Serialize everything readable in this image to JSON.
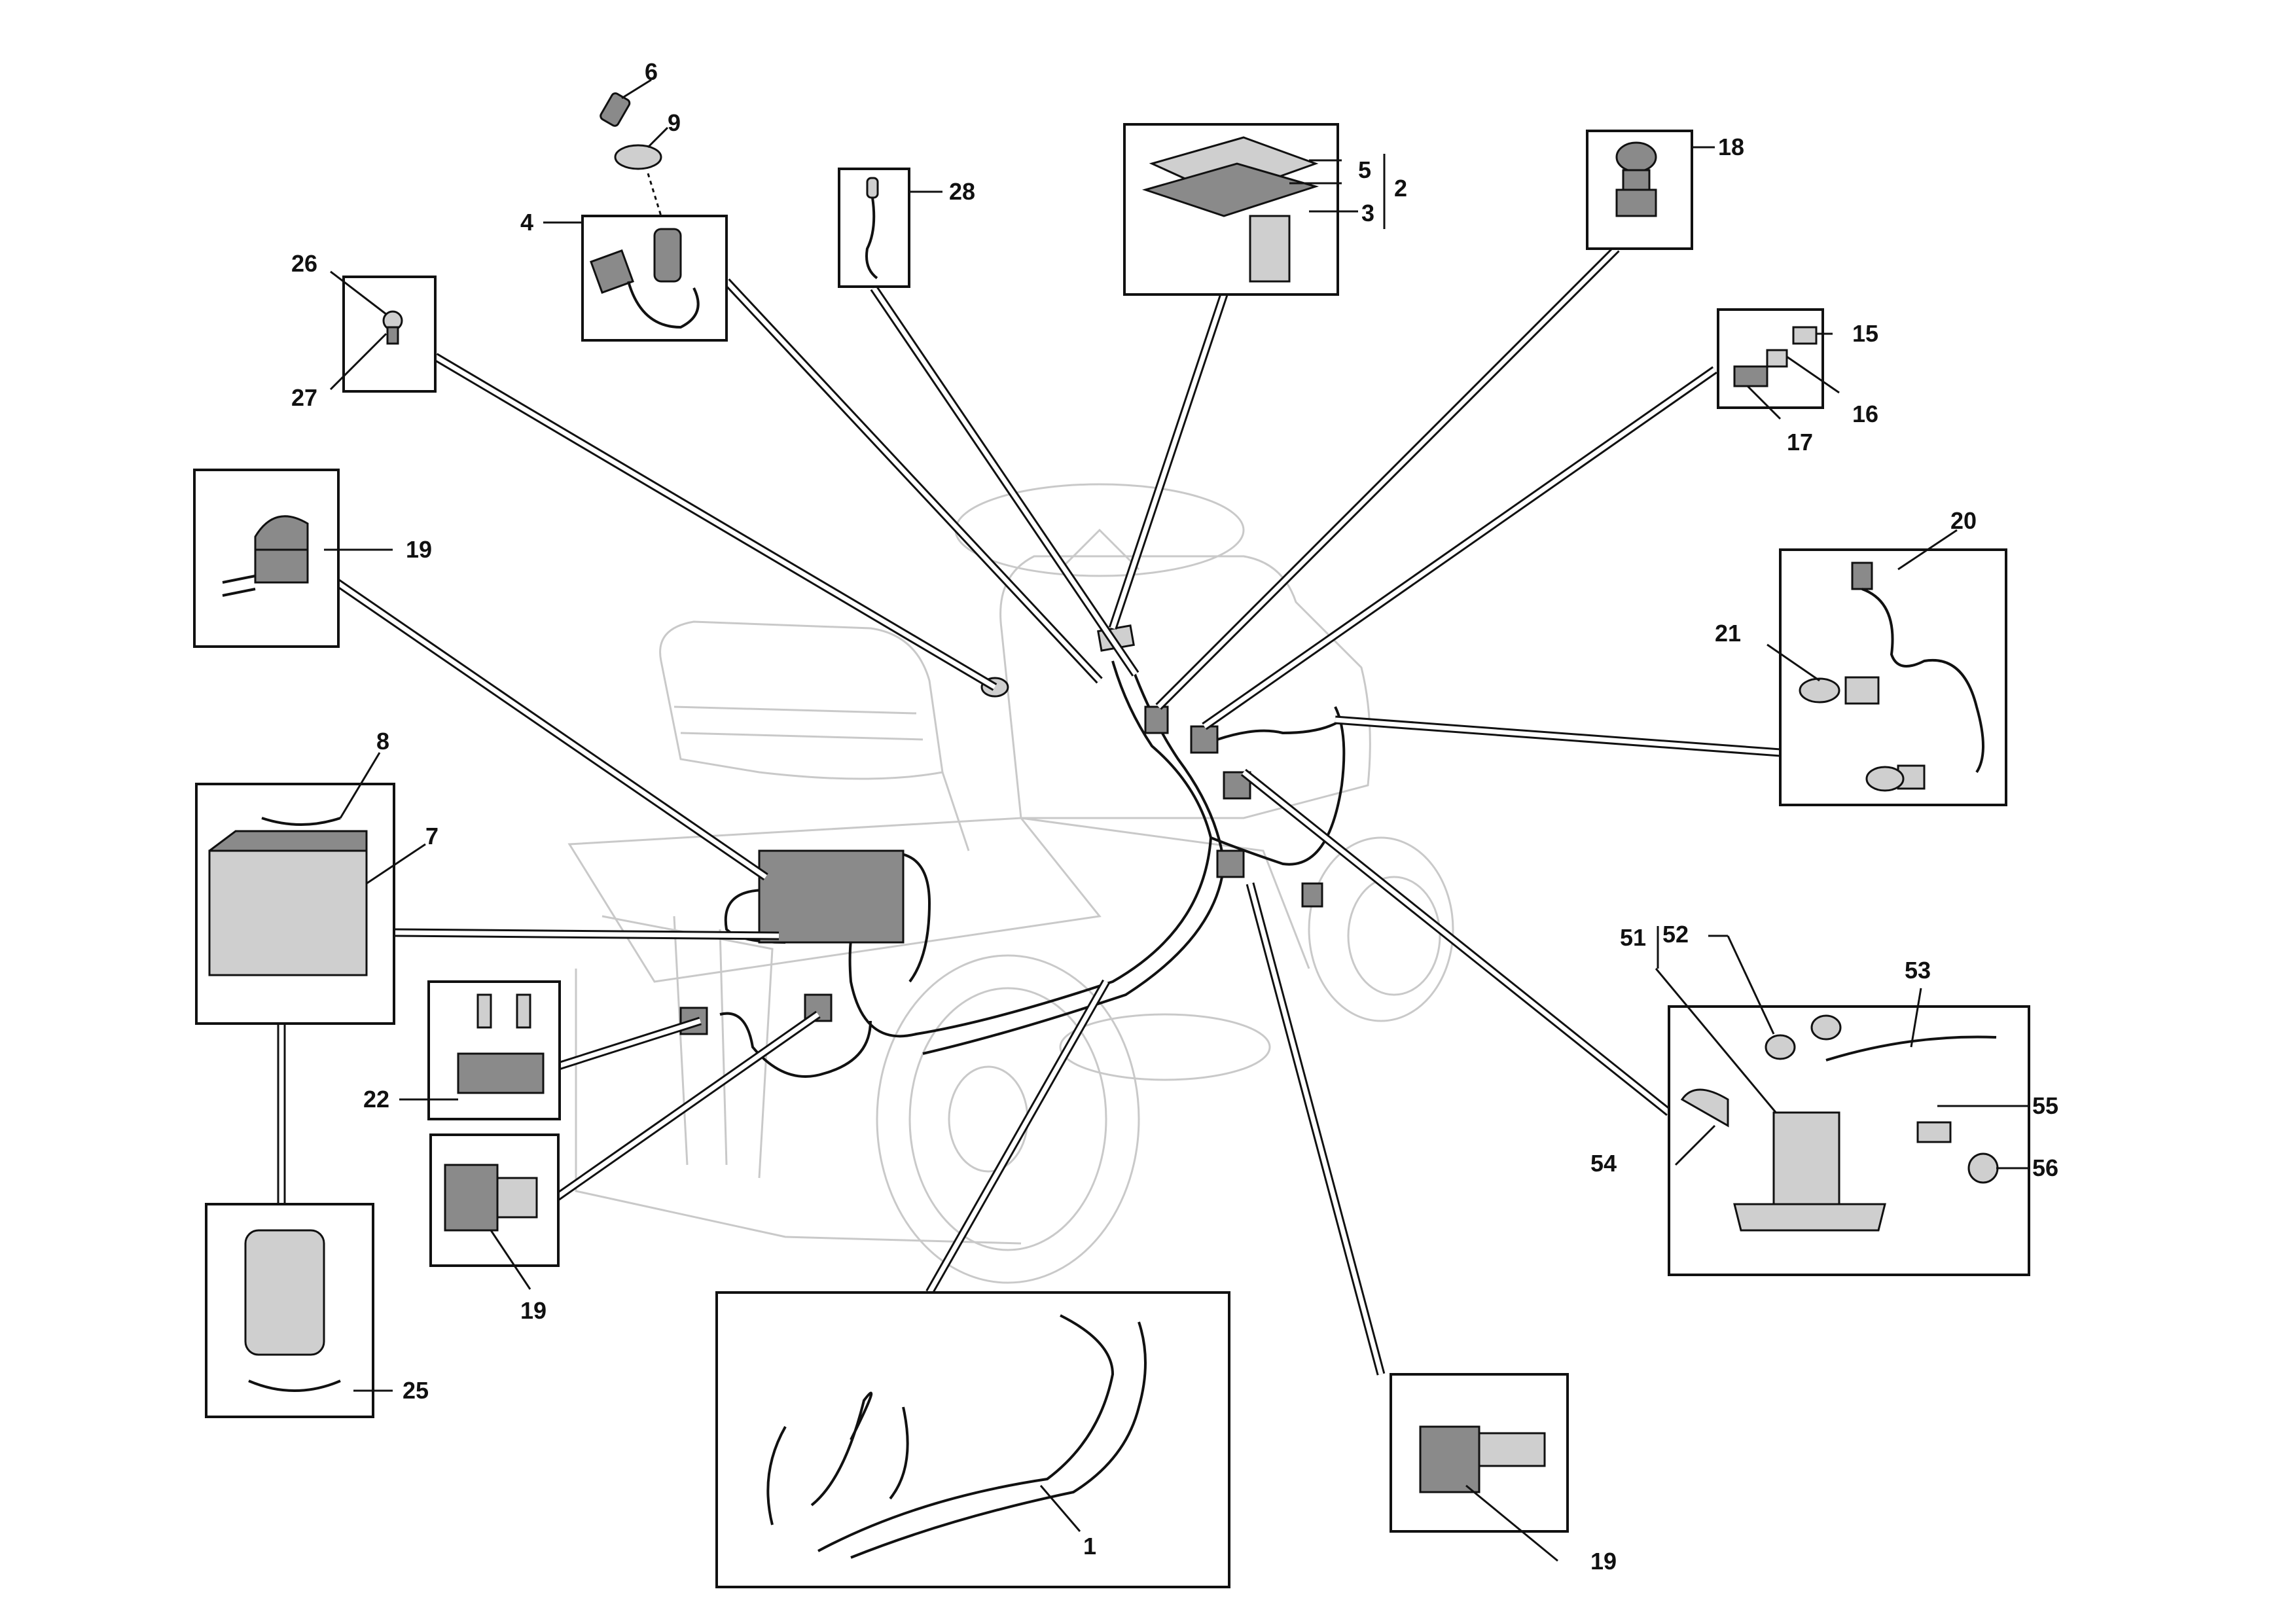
{
  "labels": {
    "p1": "1",
    "p2": "2",
    "p3": "3",
    "p4": "4",
    "p5": "5",
    "p6": "6",
    "p7": "7",
    "p8": "8",
    "p9": "9",
    "p15": "15",
    "p16": "16",
    "p17": "17",
    "p18": "18",
    "p19a": "19",
    "p19b": "19",
    "p19c": "19",
    "p20": "20",
    "p21": "21",
    "p22": "22",
    "p25": "25",
    "p26": "26",
    "p27": "27",
    "p28": "28",
    "p51": "51",
    "p52": "52",
    "p53": "53",
    "p54": "54",
    "p55": "55",
    "p56": "56"
  },
  "colors": {
    "ink": "#111111",
    "ghost": "#c9c9c9",
    "part_fill": "#8a8a8a"
  }
}
